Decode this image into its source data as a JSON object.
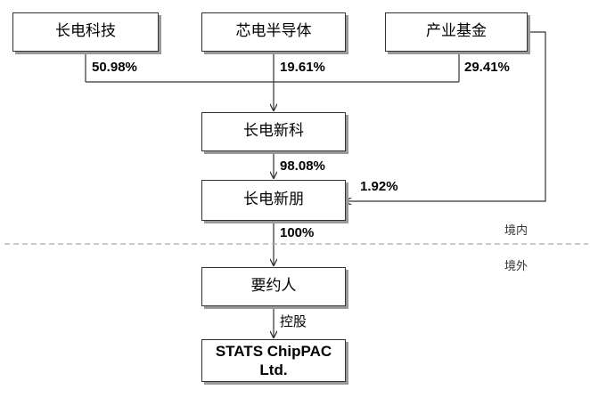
{
  "nodes": {
    "cjtech": "长电科技",
    "xindian": "芯电半导体",
    "fund": "产业基金",
    "cdxinke": "长电新科",
    "cdxinpeng": "长电新朋",
    "offeror": "要约人",
    "stats_line1": "STATS ChipPAC",
    "stats_line2": "Ltd."
  },
  "edges": {
    "cjtech_share": "50.98%",
    "xindian_share": "19.61%",
    "fund_share": "29.41%",
    "xinke_to_xinpeng": "98.08%",
    "fund_to_xinpeng": "1.92%",
    "xinpeng_to_offeror": "100%",
    "offeror_to_stats": "控股"
  },
  "regions": {
    "domestic": "境内",
    "overseas": "境外"
  },
  "colors": {
    "line": "#333333",
    "border": "#333333",
    "shadow": "#999999",
    "divider": "#aaaaaa"
  }
}
